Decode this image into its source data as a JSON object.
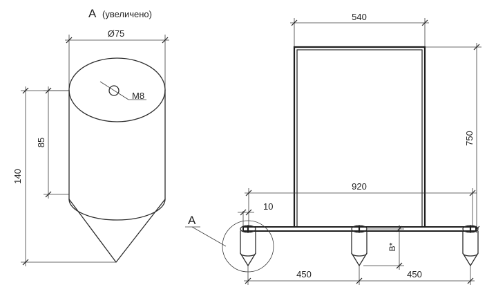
{
  "detail": {
    "title_letter": "A",
    "title_note": "(увеличено)",
    "diameter": "Ø75",
    "thread": "M8",
    "height_total": "140",
    "height_cylinder": "85"
  },
  "frame": {
    "width_top": "540",
    "height": "750",
    "span_total": "920",
    "offset": "10",
    "spacing_left": "450",
    "spacing_right": "450",
    "depth_B": "B*",
    "callout_letter": "A"
  }
}
